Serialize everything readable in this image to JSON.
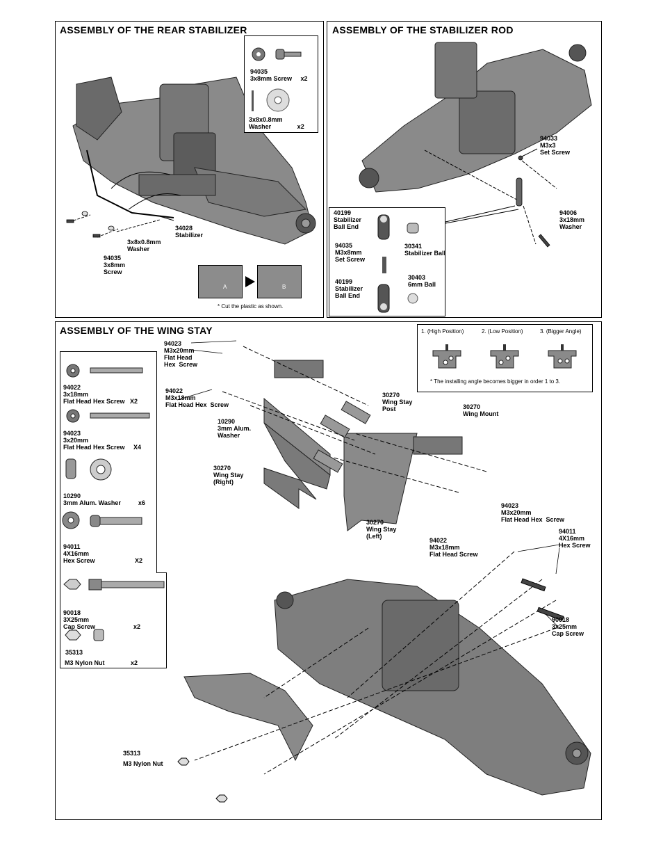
{
  "rear": {
    "title": "ASSEMBLY OF THE REAR STABILIZER",
    "parts_box": {
      "item1": "94035\n3x8mm Screw     x2",
      "item2": "3x8x0.8mm\nWasher               x2"
    },
    "labels": {
      "stabilizer": "34028\nStabilizer",
      "washer": "3x8x0.8mm\nWasher",
      "screw": "94035\n3x8mm\nScrew"
    },
    "cut_note": "* Cut the plastic as shown.",
    "cut_a": "A",
    "cut_b": "B"
  },
  "rod": {
    "title": "ASSEMBLY OF THE STABILIZER ROD",
    "labels": {
      "set_screw_top": "94033\nM3x3\nSet Screw",
      "washer": "94006\n3x18mm\nWasher",
      "ball_end_top": "40199\nStabilizer\nBall End",
      "set_screw": "94035\nM3x8mm\nSet Screw",
      "stab_ball": "30341\nStabilizer Ball",
      "ball_end_bottom": "40199\nStabilizer\nBall End",
      "ball6": "30403\n6mm Ball"
    }
  },
  "wing": {
    "title": "ASSEMBLY OF THE WING STAY",
    "positions": {
      "p1": "1. (High Position)",
      "p2": "2. (Low Position)",
      "p3": "3. (Bigger Angle)",
      "note": "* The installing angle becomes bigger in order 1 to 3."
    },
    "parts": {
      "a": "94022\n3x18mm\nFlat Head Hex Screw   X2",
      "b": "94023\n3x20mm\nFlat Head Hex Screw     X4",
      "c": "10290\n3mm Alum. Washer          x6",
      "d": "94011\n4X16mm\nHex Screw                       X2",
      "e": "90018\n3X25mm\nCap Screw                      x2",
      "f_code": "35313",
      "f": "M3 Nylon Nut               x2"
    },
    "labels": {
      "l94023_top": "94023\nM3x20mm\nFlat Head\nHex  Screw",
      "l94022_top": "94022\nM3x18mm\nFlat Head Hex  Screw",
      "l10290": "10290\n3mm Alum.\nWasher",
      "l30270_post": "30270\nWing Stay\nPost",
      "l30270_mount": "30270\nWing Mount",
      "l30270_right": "30270\nWing Stay\n(Right)",
      "l30270_left": "30270\nWing Stay\n(Left)",
      "l94023_right": "94023\nM3x20mm\nFlat Head Hex  Screw",
      "l94022_right": "94022\nM3x18mm\nFlat Head Screw",
      "l94011": "94011\n4X16mm\nHex Screw",
      "l90018": "90018\n3x25mm\nCap Screw",
      "l35313": "35313",
      "l35313b": "M3 Nylon Nut"
    }
  }
}
